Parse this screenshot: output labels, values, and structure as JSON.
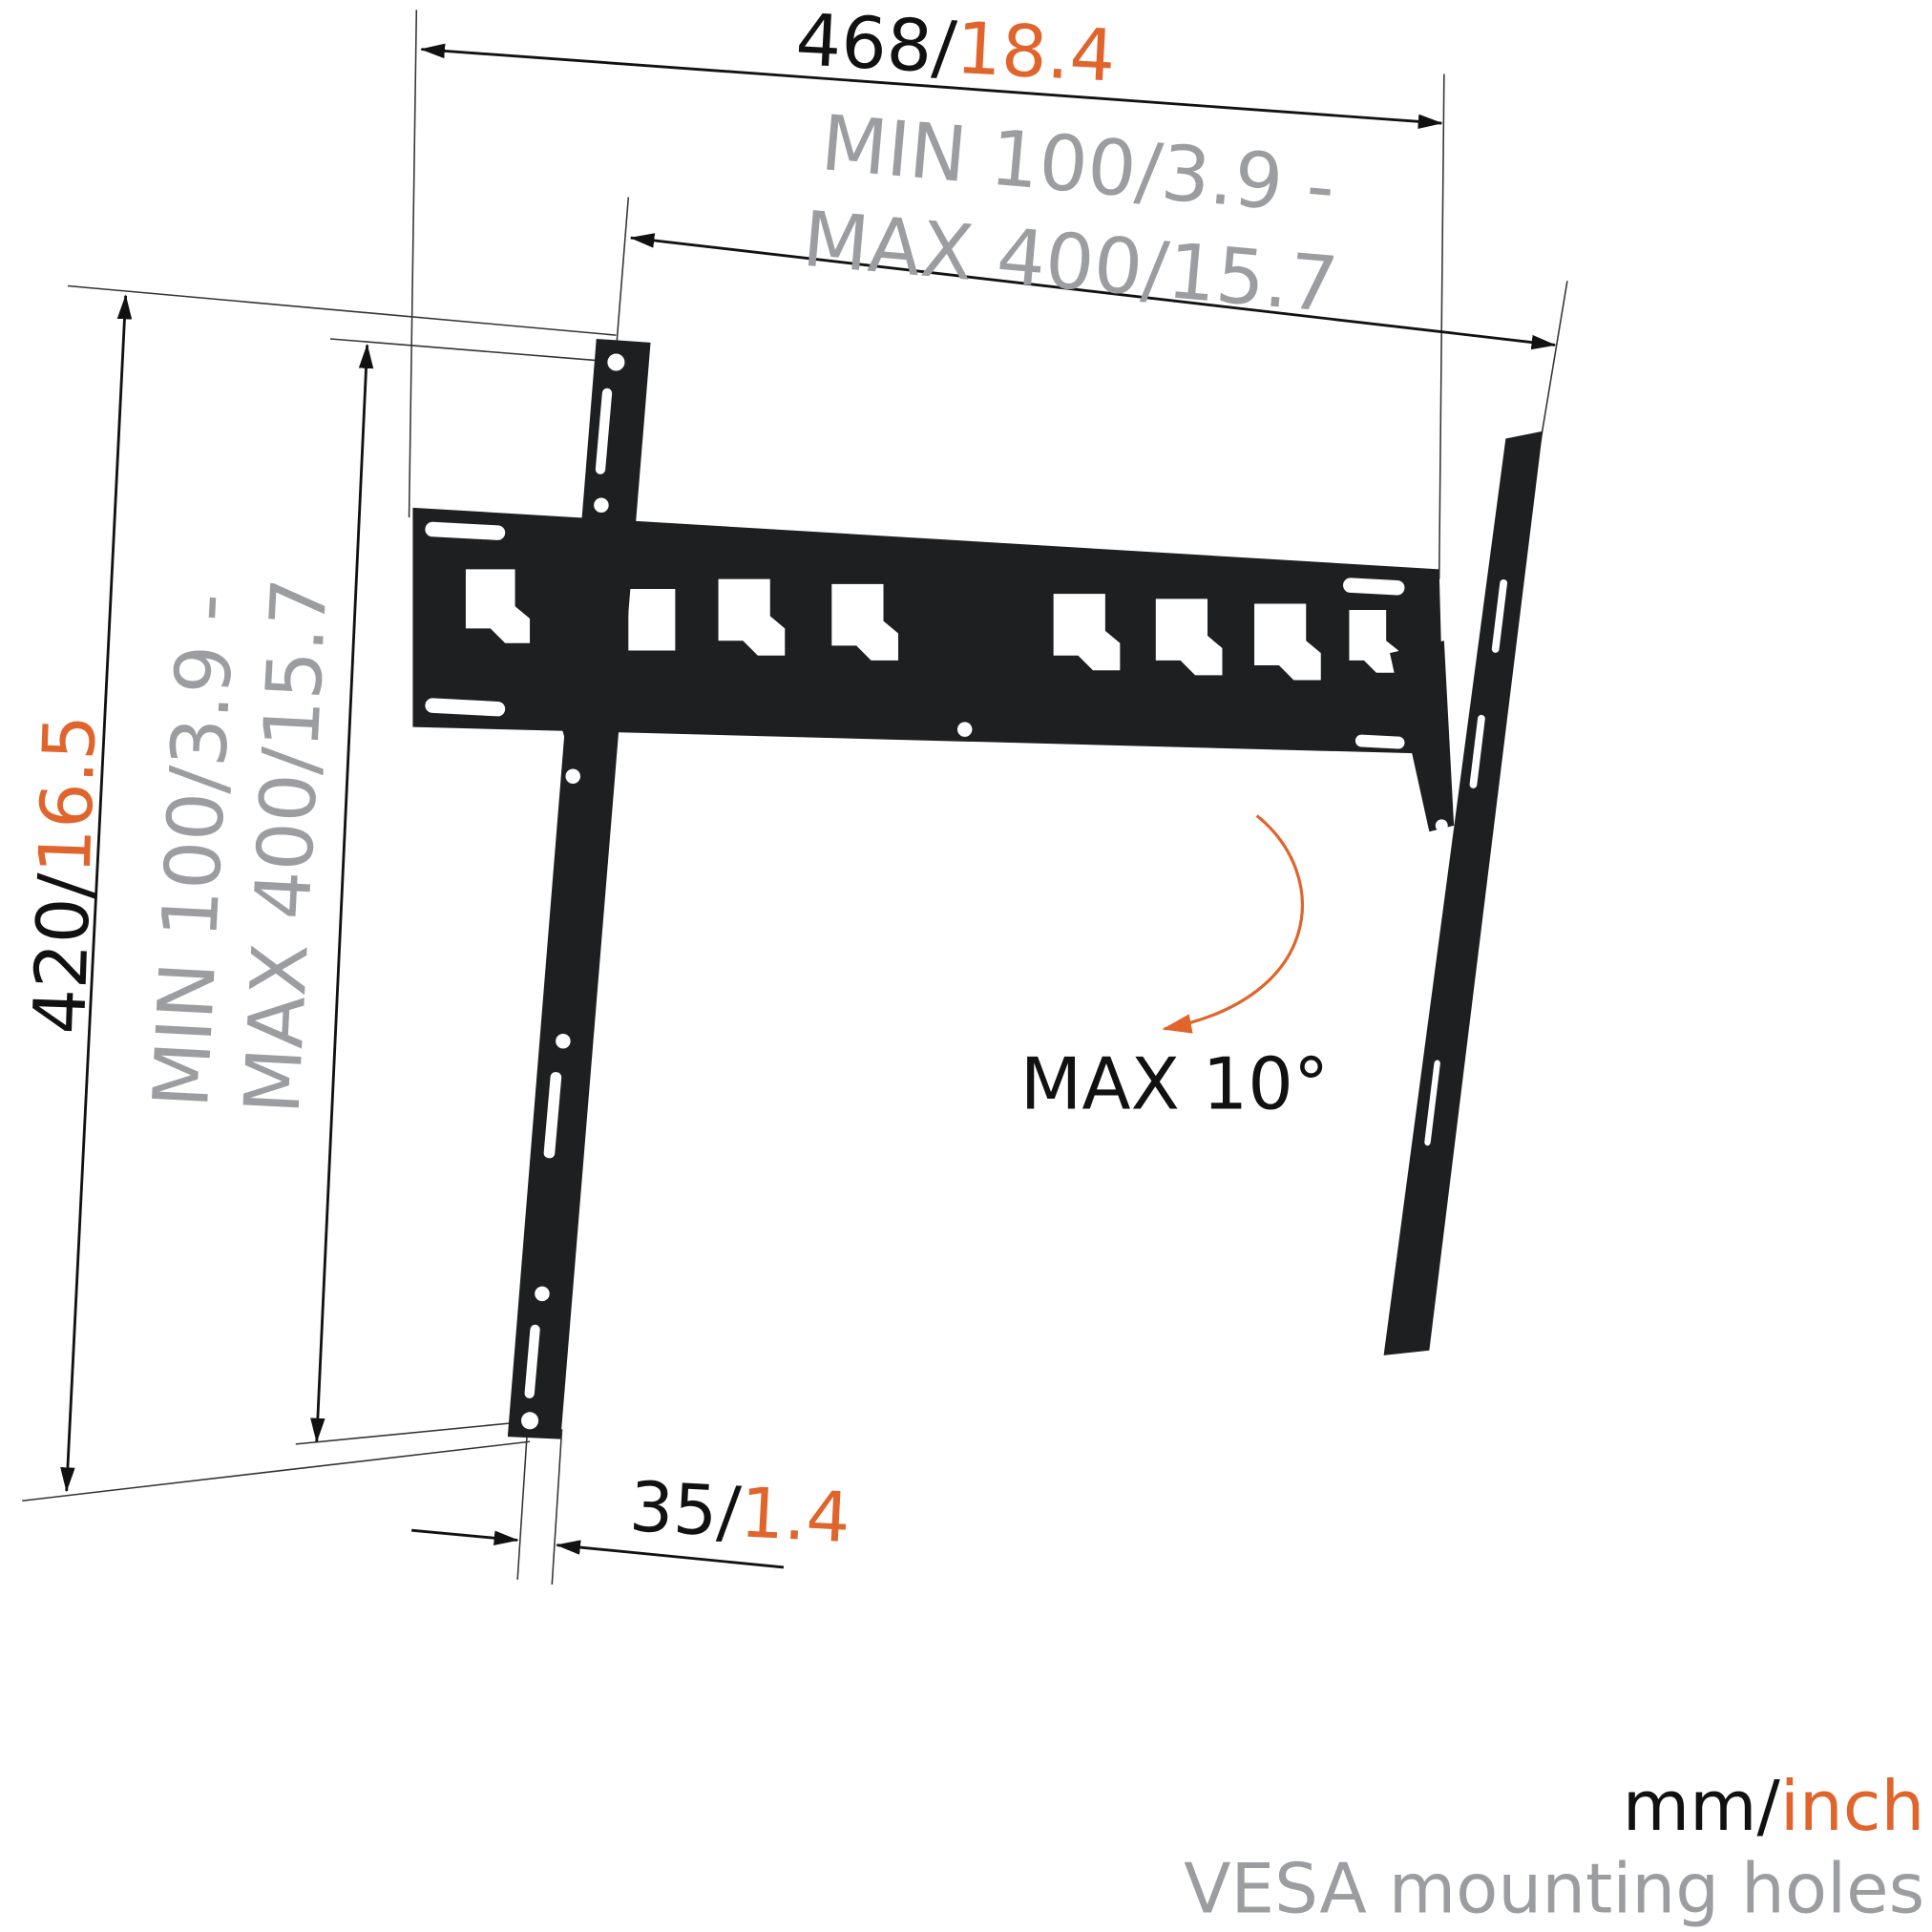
{
  "dimensions": {
    "overall_width": {
      "mm": "468/",
      "inch": "18.4"
    },
    "vesa_width": {
      "line1": "MIN 100/3.9 -",
      "line2": "MAX 400/15.7"
    },
    "overall_height": {
      "mm": "420/",
      "inch": "16.5"
    },
    "vesa_height": {
      "line1": "MIN 100/3.9 -",
      "line2": "MAX 400/15.7"
    },
    "depth": {
      "mm": "35/",
      "inch": "1.4"
    },
    "tilt": "MAX 10°"
  },
  "legend": {
    "units_mm": "mm/",
    "units_inch": "inch",
    "vesa_note": "VESA mounting holes"
  },
  "colors": {
    "accent": "#e0652c",
    "gray": "#9b9da0",
    "metal": "#1e1f21"
  }
}
